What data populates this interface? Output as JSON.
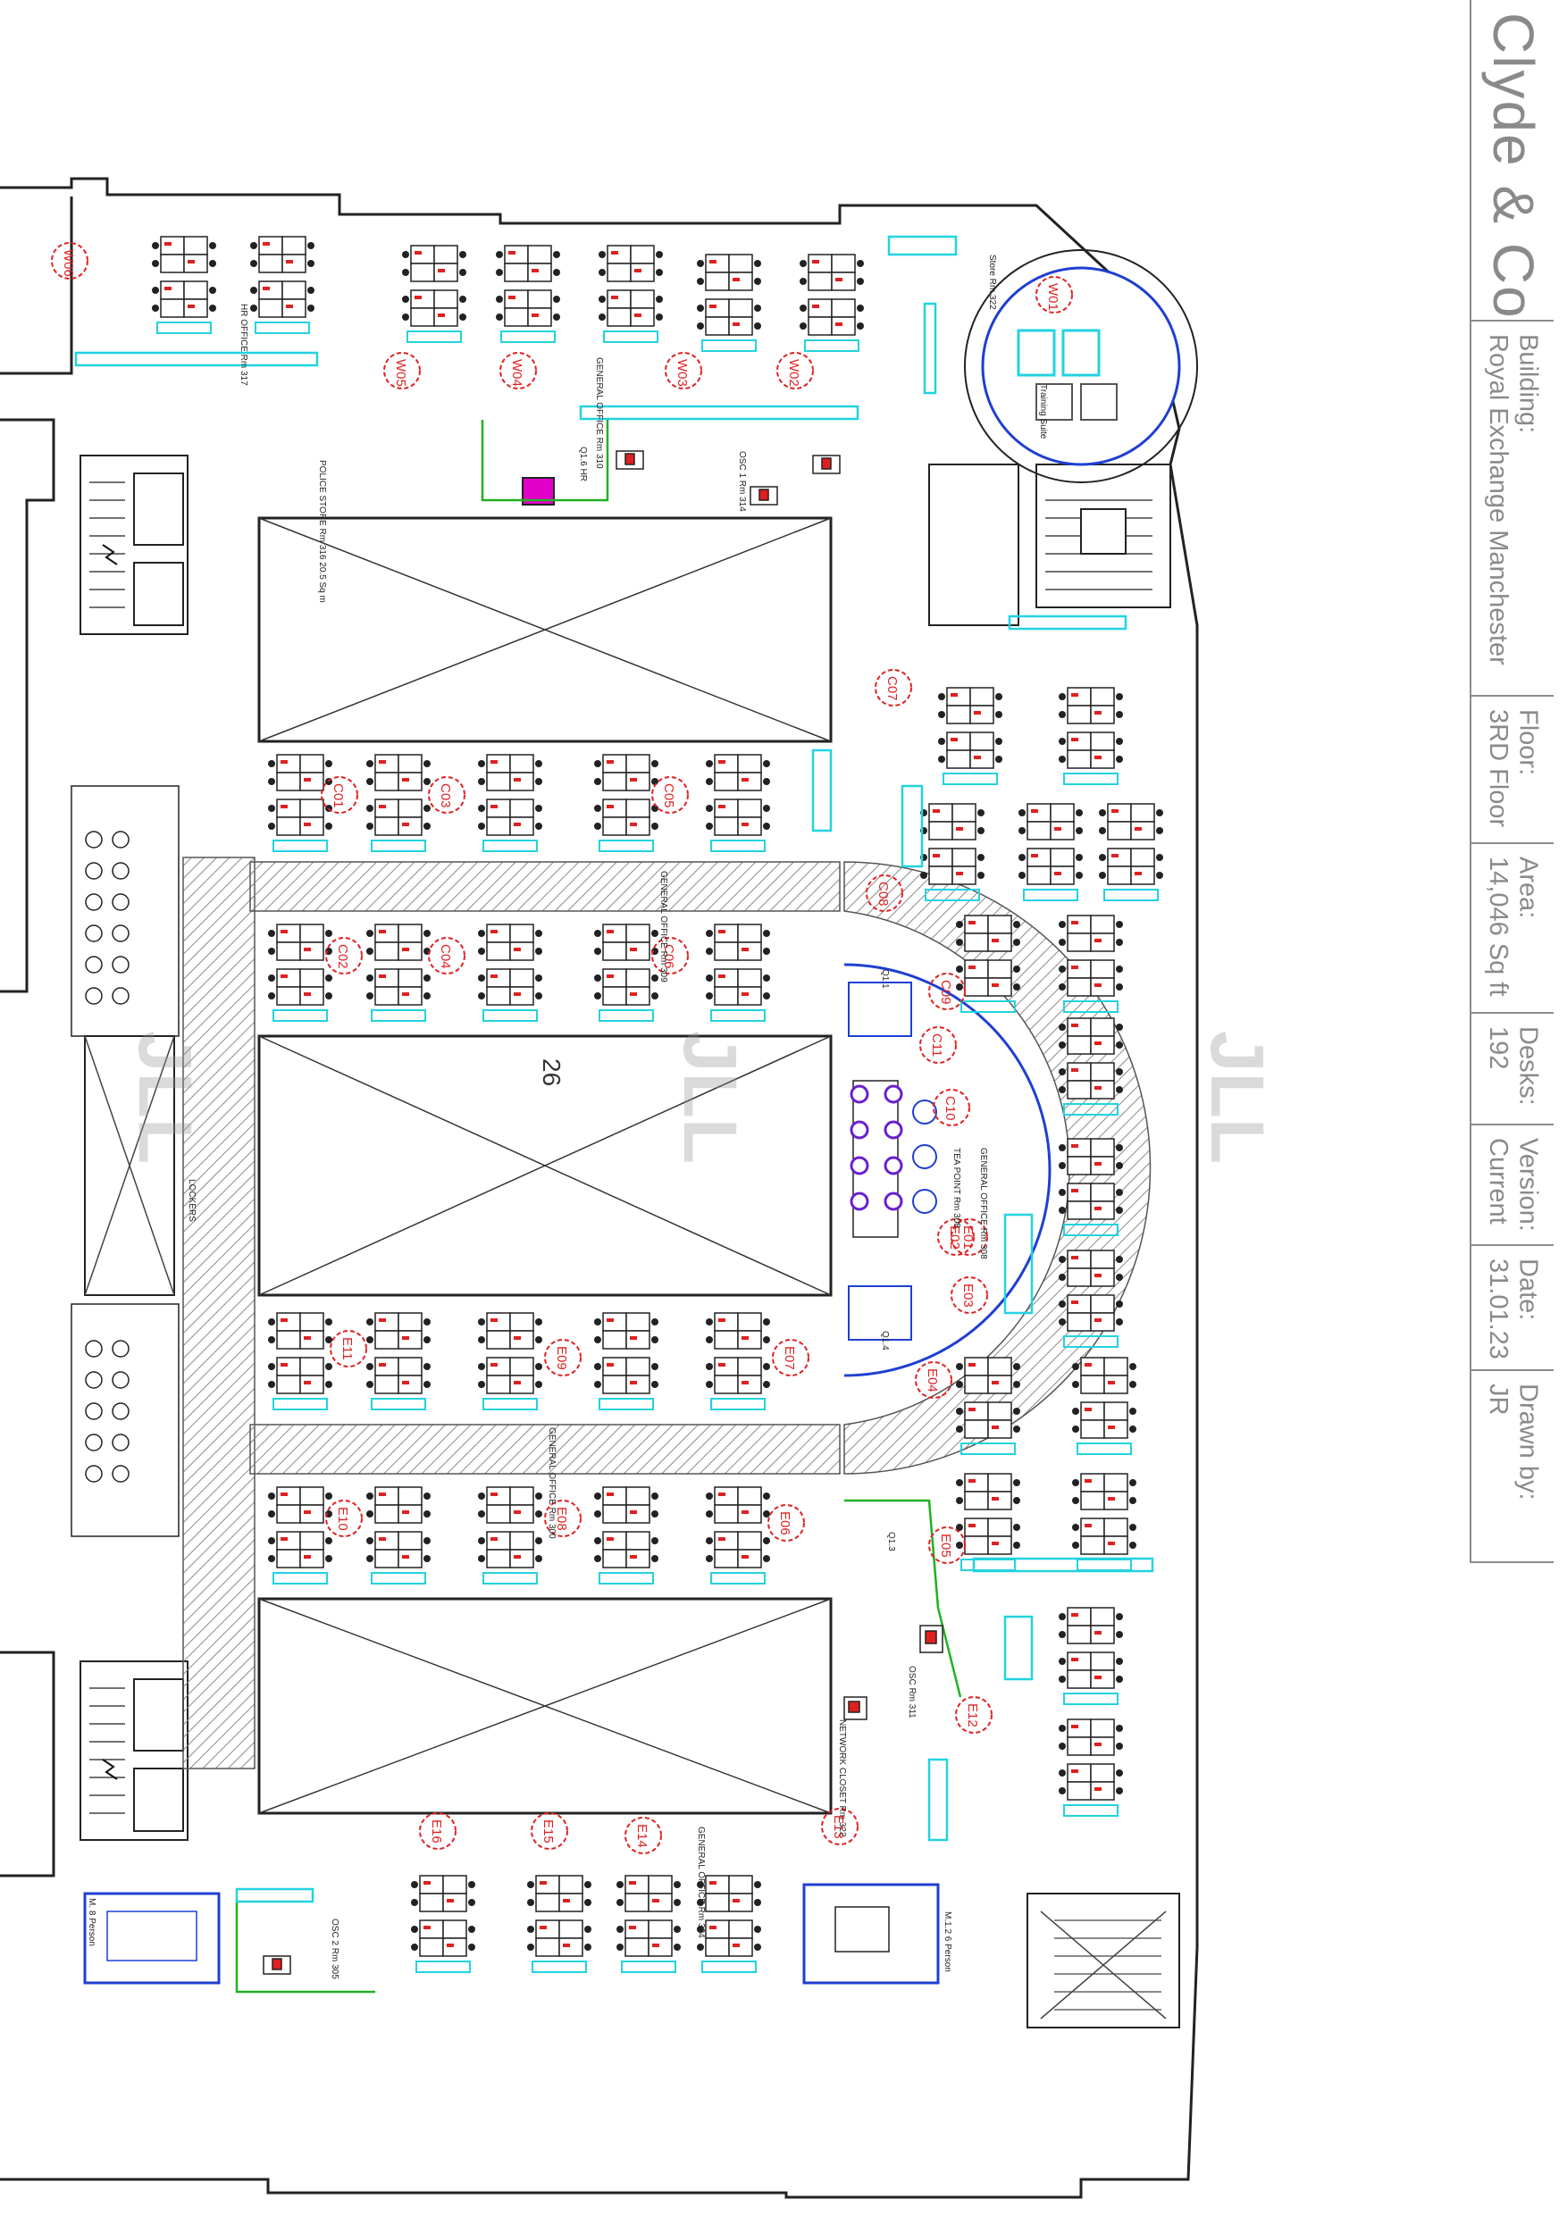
{
  "title_block": {
    "brand": "Clyde & Co",
    "building_label": "Building:",
    "building_value": "Royal Exchange Manchester",
    "floor_label": "Floor:",
    "floor_value": "3RD Floor",
    "area_label": "Area:",
    "area_value": "14,046 Sq ft",
    "desks_label": "Desks:",
    "desks_value": "192",
    "version_label": "Version:",
    "version_value": "Current",
    "date_label": "Date:",
    "date_value": "31.01.23",
    "drawn_label": "Drawn by:",
    "drawn_value": "JR"
  },
  "watermark": "JLL",
  "atrium_number": "26",
  "zones": [
    "W01",
    "W02",
    "W03",
    "W04",
    "W05",
    "W06",
    "C01",
    "C02",
    "C03",
    "C04",
    "C05",
    "C06",
    "C07",
    "C08",
    "C09",
    "C10",
    "C11",
    "E01",
    "E02",
    "E03",
    "E04",
    "E05",
    "E06",
    "E07",
    "E08",
    "E09",
    "E10",
    "E11",
    "E12",
    "E13",
    "E14",
    "E15",
    "E16"
  ],
  "rooms": {
    "hr_office": "HR OFFICE Rm 317",
    "general_office_top": "GENERAL OFFICE Rm 310",
    "store_322": "Store Rm 322",
    "training_suite": "Training Suite",
    "police_store": "POLICE STORE Rm 316 20.5 Sq m",
    "q16_hr": "Q1.6 HR",
    "osc1": "OSC 1 Rm 314",
    "general_office_c": "GENERAL OFFICE Rm 309",
    "tea_point": "TEA POINT Rm 308",
    "general_office_e": "GENERAL OFFICE Rm 308",
    "general_office_mid": "GENERAL OFFICE Rm 300",
    "general_office_bottom": "GENERAL OFFICE Rm 304",
    "q11": "Q1.1",
    "q14": "Q1.4",
    "q13": "Q1.3",
    "osc_311": "OSC Rm 311",
    "network_closet": "NETWORK CLOSET Rm 322",
    "m12": "M.1.2 6 Person",
    "m_8person": "M. 8 Person",
    "osc2": "OSC 2 Rm 305",
    "lockers": "LOCKERS"
  },
  "colors": {
    "zone_red": "#e02020",
    "desk_cyan": "#22d3e0",
    "wall_black": "#222222",
    "glass_blue": "#1f3fd1",
    "green_line": "#21b021",
    "magenta": "#e000c8",
    "hatch_grey": "#8a8a8a"
  }
}
